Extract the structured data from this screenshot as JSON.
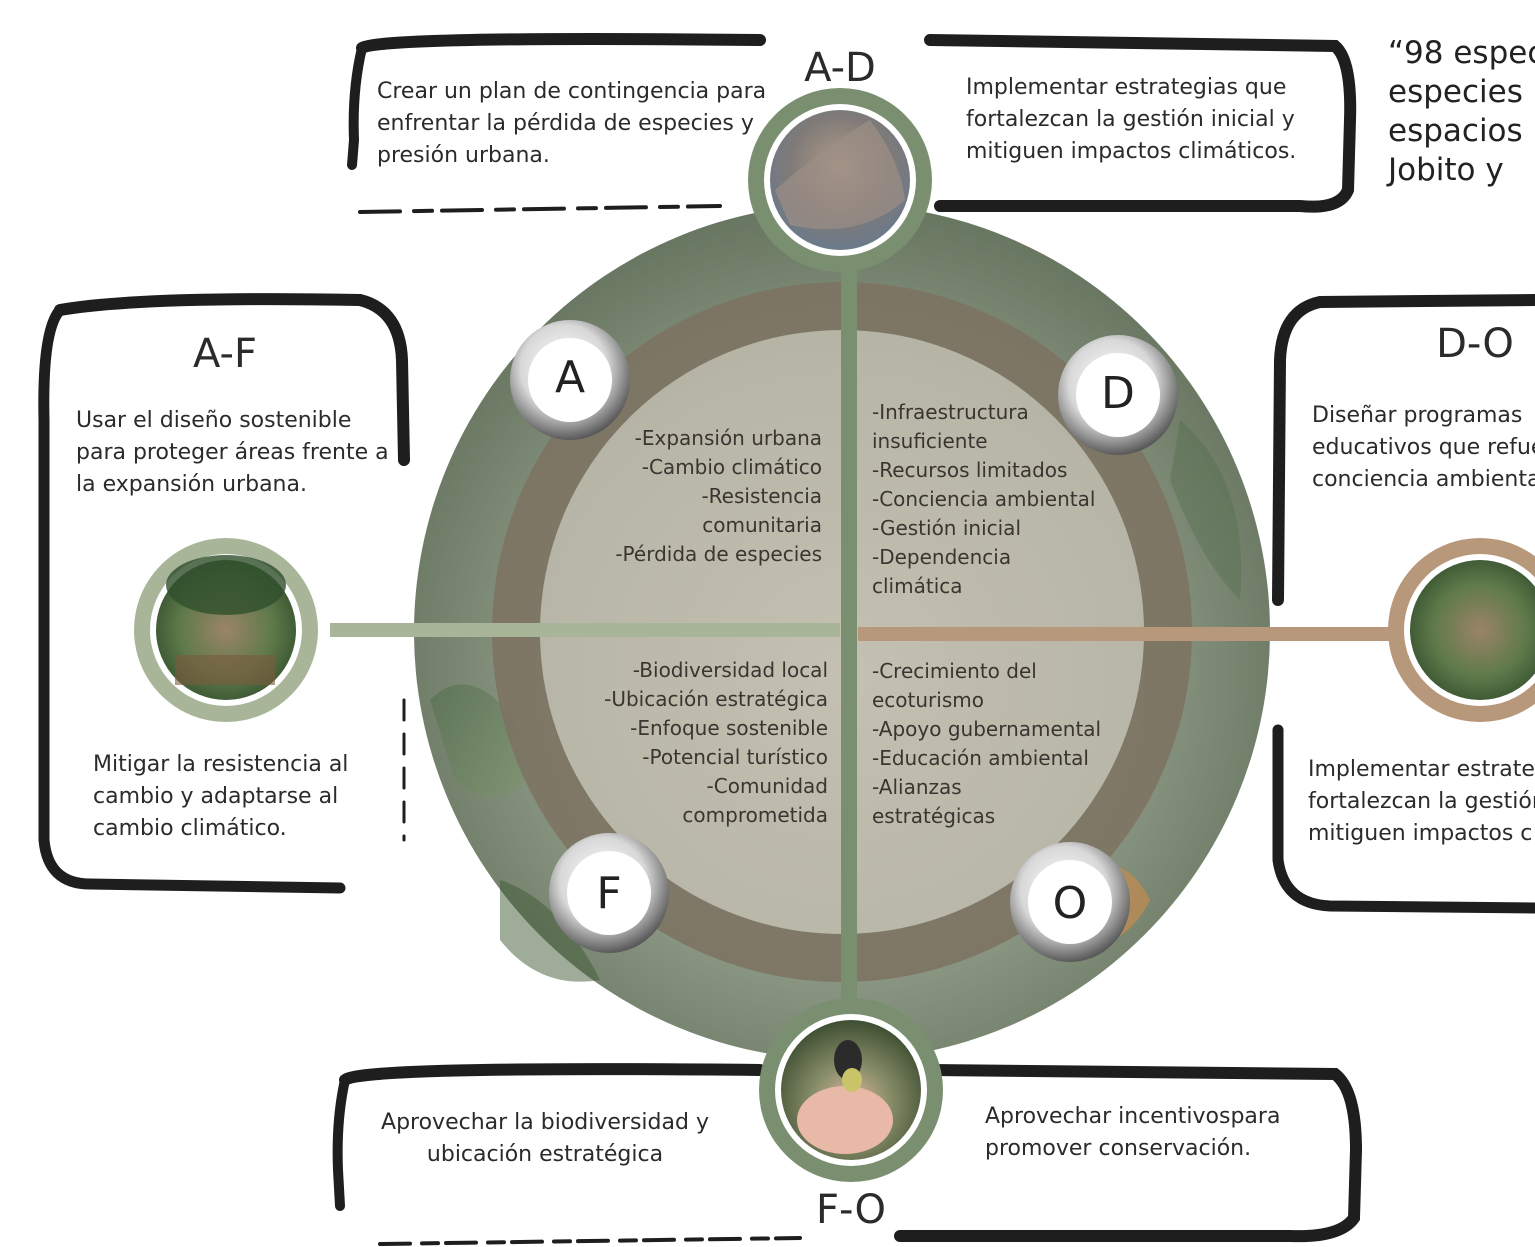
{
  "quote": [
    "“98 espec",
    "especies",
    "espacios",
    "Jobito  y"
  ],
  "center": {
    "A": {
      "letter": "A",
      "lines": [
        "-Expansión urbana",
        "-Cambio climático",
        "-Resistencia",
        "comunitaria",
        "-Pérdida de especies"
      ]
    },
    "D": {
      "letter": "D",
      "lines": [
        "-Infraestructura",
        "insuficiente",
        "-Recursos limitados",
        "-Conciencia ambiental",
        "-Gestión inicial",
        "-Dependencia",
        "climática"
      ]
    },
    "F": {
      "letter": "F",
      "lines": [
        "-Biodiversidad local",
        "-Ubicación estratégica",
        "-Enfoque sostenible",
        "-Potencial turístico",
        "-Comunidad",
        "comprometida"
      ]
    },
    "O": {
      "letter": "O",
      "lines": [
        "-Crecimiento del",
        "ecoturismo",
        "-Apoyo gubernamental",
        "-Educación ambiental",
        "-Alianzas",
        "estratégicas"
      ]
    }
  },
  "boxes": {
    "AD": {
      "title": "A-D",
      "left": [
        "Crear un plan de contingencia para",
        "enfrentar la pérdida de especies y",
        "presión urbana."
      ],
      "right": [
        "Implementar estrategias que",
        "fortalezcan la gestión inicial y",
        "mitiguen impactos climáticos."
      ]
    },
    "AF": {
      "title": "A-F",
      "top": [
        "Usar el diseño sostenible",
        "para proteger áreas frente a",
        "la expansión urbana."
      ],
      "bottom": [
        "Mitigar la resistencia al",
        "cambio y adaptarse al",
        "cambio climático."
      ]
    },
    "DO": {
      "title": "D-O",
      "top": [
        "Diseñar programas",
        "educativos que refue",
        "conciencia ambienta"
      ],
      "bottom": [
        "Implementar estrate",
        "fortalezcan la gestión",
        "mitiguen impactos c"
      ]
    },
    "FO": {
      "title": "F-O",
      "left": [
        "Aprovechar la biodiversidad y",
        "ubicación estratégica"
      ],
      "right": [
        "Aprovechar incentivospara",
        "promover  conservación."
      ]
    }
  },
  "photos": {
    "top": "urban-hillside-photo",
    "left": "people-planting-photo",
    "right": "volunteers-gardening-photo",
    "bottom": "bird-on-hand-photo"
  },
  "colors": {
    "green": "#7a8f70",
    "sage": "#a8b598",
    "tan": "#b8987a",
    "ring": "#7c7262",
    "inner": "#c5bfb3"
  }
}
